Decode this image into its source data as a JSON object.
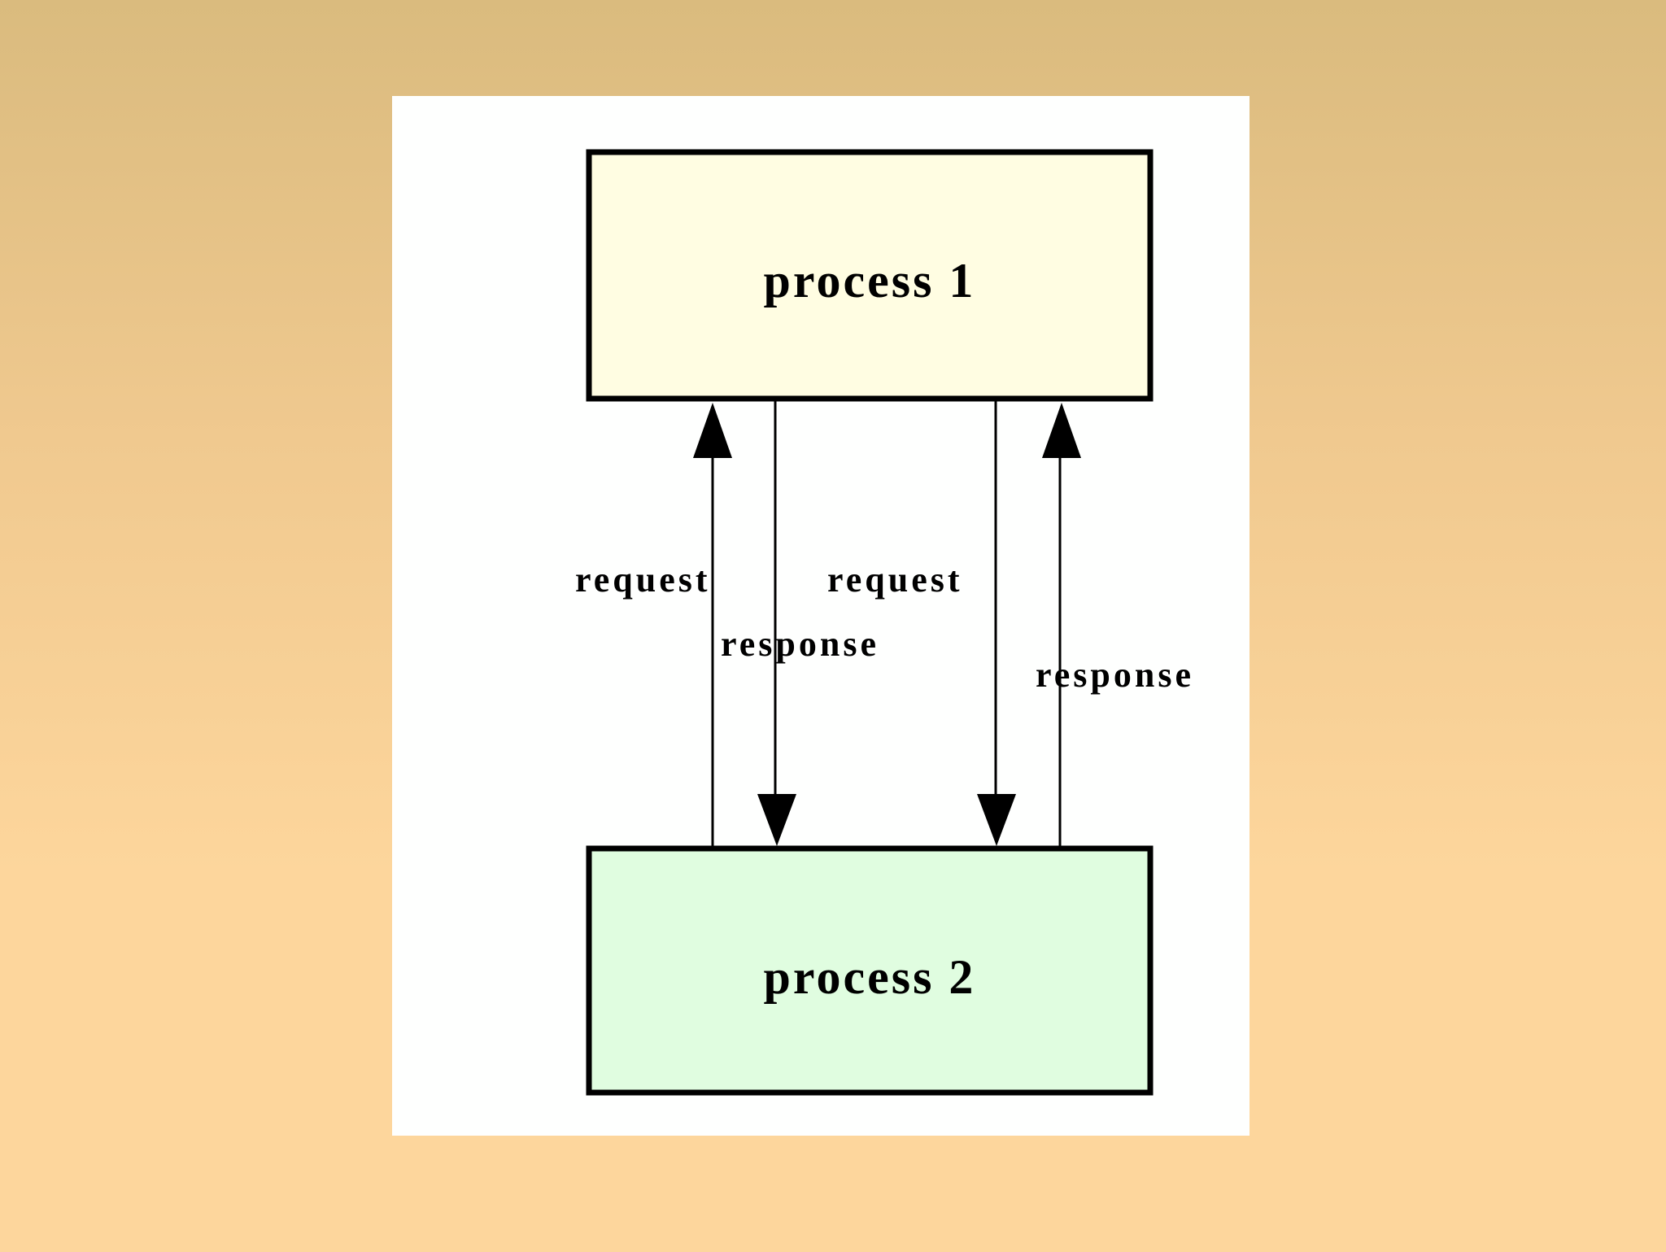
{
  "background": {
    "gradient_top": "#dabb7e",
    "gradient_bottom": "#fdd69c",
    "panel_color": "#fefffe"
  },
  "nodes": {
    "process1": {
      "label": "process 1",
      "fill": "#fffde2"
    },
    "process2": {
      "label": "process 2",
      "fill": "#e0fde0"
    }
  },
  "edges": [
    {
      "label": "request",
      "from": "process2",
      "to": "process1"
    },
    {
      "label": "response",
      "from": "process1",
      "to": "process2"
    },
    {
      "label": "request",
      "from": "process1",
      "to": "process2"
    },
    {
      "label": "response",
      "from": "process2",
      "to": "process1"
    }
  ]
}
